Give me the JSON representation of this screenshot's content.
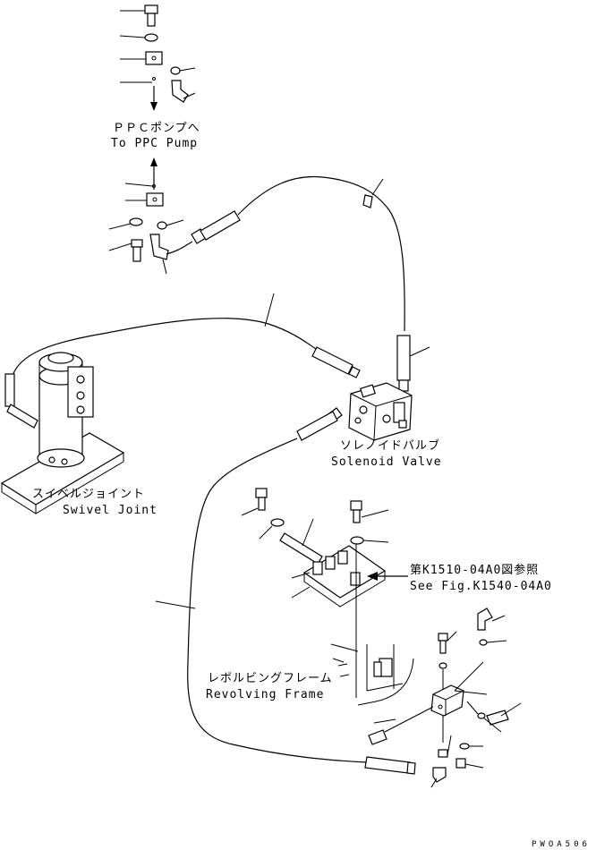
{
  "labels": {
    "ppc_pump_jp": "ＰＰＣポンプへ",
    "ppc_pump_en": "To PPC Pump",
    "solenoid_jp": "ソレノイドバルブ",
    "solenoid_en": "Solenoid Valve",
    "swivel_jp": "スイベルジョイント",
    "swivel_en": "Swivel Joint",
    "ref_jp": "第K1510-04A0図参照",
    "ref_en": "See Fig.K1540-04A0",
    "frame_jp": "レボルビングフレーム",
    "frame_en": "Revolving Frame",
    "drawing_code": "PWOA506"
  }
}
